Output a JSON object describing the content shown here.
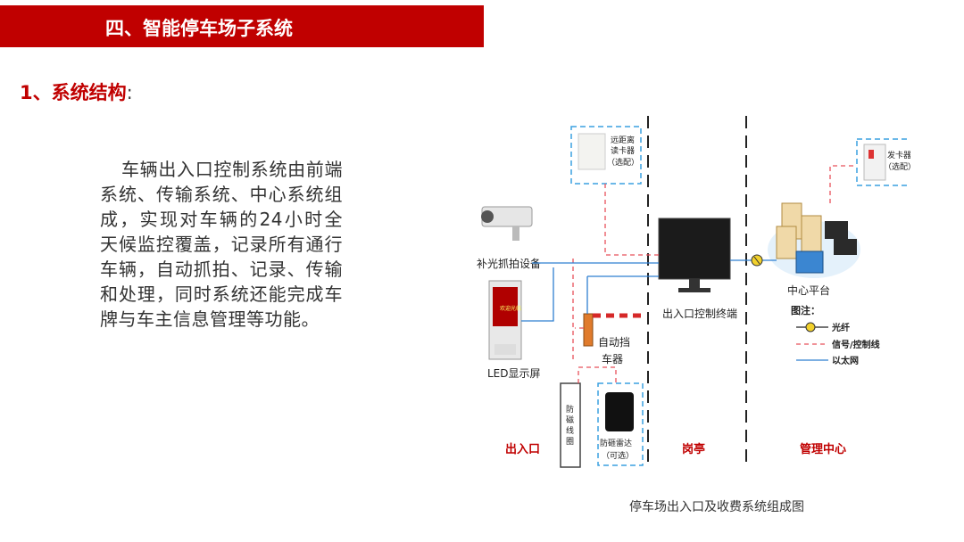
{
  "banner": {
    "title": "四、智能停车场子系统"
  },
  "section": {
    "heading": "1、系统结构",
    "colon": ":"
  },
  "body": {
    "paragraph": "车辆出入口控制系统由前端系统、传输系统、中心系统组成，实现对车辆的24小时全天候监控覆盖，记录所有通行车辆，自动抓拍、记录、传输和处理，同时系统还能完成车牌与车主信息管理等功能。"
  },
  "diagram": {
    "reader_label_1": "远距离",
    "reader_label_2": "读卡器",
    "reader_label_3": "（选配）",
    "card_issuer_label_1": "发卡器",
    "card_issuer_label_2": "（选配）",
    "camera_label": "补光抓拍设备",
    "led_label": "LED显示屏",
    "terminal_label": "出入口控制终端",
    "center_label": "中心平台",
    "barrier_label_1": "自动挡",
    "barrier_label_2": "车器",
    "loop_label": "防磁线圈",
    "radar_label_1": "防砸雷达",
    "radar_label_2": "（可选）",
    "led_screen_text": "欢迎光临",
    "legend": {
      "title": "图注：",
      "fiber": "光纤",
      "signal": "信号/控制线",
      "ethernet": "以太网"
    },
    "zones": {
      "entrance": "出入口",
      "booth": "岗亭",
      "center": "管理中心"
    },
    "colors": {
      "signal": "#e8505b",
      "ethernet": "#2f7fd1",
      "dashed_box": "#3aa0e0",
      "zone": "#c00000"
    }
  },
  "caption": "停车场出入口及收费系统组成图"
}
